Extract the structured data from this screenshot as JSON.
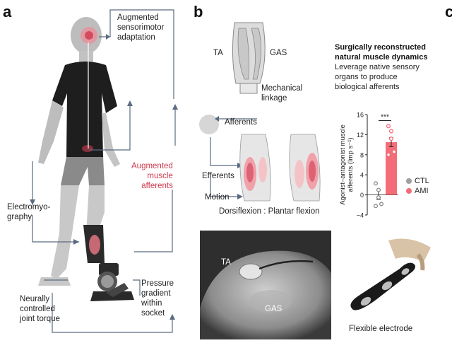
{
  "panels": {
    "a": "a",
    "b": "b",
    "c_partial": "c"
  },
  "panel_a": {
    "augmented_sensorimotor": [
      "Augmented",
      "sensorimotor",
      "adaptation"
    ],
    "augmented_afferents": [
      "Augmented",
      "muscle",
      "afferents"
    ],
    "electromyography": [
      "Electromyo-",
      "graphy"
    ],
    "neurally_controlled": [
      "Neurally",
      "controlled",
      "joint torque"
    ],
    "pressure_gradient": [
      "Pressure",
      "gradient",
      "within",
      "socket"
    ]
  },
  "panel_b": {
    "ta": "TA",
    "gas": "GAS",
    "mechanical_linkage": [
      "Mechanical",
      "linkage"
    ],
    "afferents": "Afferents",
    "efferents": "Efferents",
    "motion": "Motion",
    "dorsi_plantar": "Dorsiflexion : Plantar flexion",
    "heading": [
      "Surgically reconstructed",
      "natural muscle dynamics"
    ],
    "description": [
      "Leverage native sensory",
      "organs to produce",
      "biological afferents"
    ],
    "photo_ta": "TA",
    "photo_gas": "GAS",
    "flexible_electrode": "Flexible electrode"
  },
  "colors": {
    "accent_red": "#d0384e",
    "bar_red": "#f26d78",
    "ctl_gray": "#a0a0a0",
    "arrow": "#5a6a80"
  },
  "chart_data": {
    "type": "bar",
    "categories": [
      "CTL",
      "AMI"
    ],
    "values": [
      0,
      10.5
    ],
    "errors": [
      0.9,
      0.9
    ],
    "points": {
      "CTL": [
        2.3,
        -0.5,
        -1.8,
        -2.2,
        1.0
      ],
      "AMI": [
        13.7,
        12.7,
        8.6,
        8.0,
        11.2
      ]
    },
    "significance": "***",
    "ylabel": [
      "Agonist–antagonist muscle",
      "afferents (Imp s⁻¹)"
    ],
    "yticks": [
      "16",
      "12",
      "8",
      "4",
      "0",
      "−4"
    ],
    "ylim": [
      -4,
      16
    ],
    "legend": [
      "CTL",
      "AMI"
    ],
    "legend_placement": "right"
  }
}
